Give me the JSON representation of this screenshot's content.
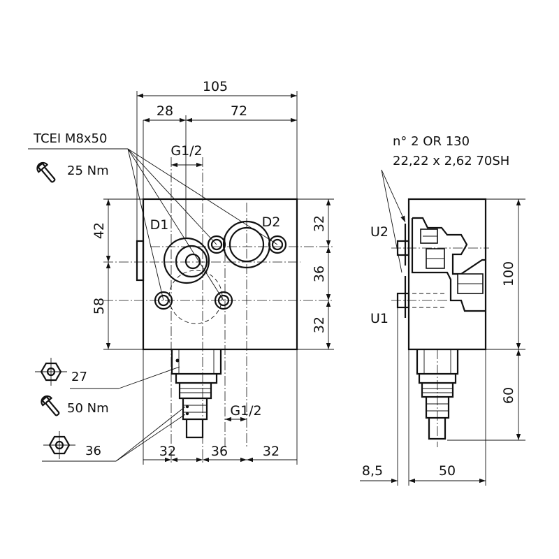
{
  "front_view": {
    "dim_overall_width": "105",
    "dim_top_left": "28",
    "dim_top_right": "72",
    "port_label_top": "G1/2",
    "port_label_bottom": "G1/2",
    "dim_left_upper": "42",
    "dim_left_lower": "58",
    "dim_right_top": "32",
    "dim_right_mid": "36",
    "dim_right_bottom": "32",
    "dim_bottom_left": "32",
    "dim_bottom_mid": "36",
    "dim_bottom_right": "32",
    "label_d1": "D1",
    "label_d2": "D2",
    "screw_spec": "TCEI M8x50",
    "screw_torque": "25 Nm",
    "hex_size_1": "27",
    "valve_torque": "50 Nm",
    "hex_size_2": "36"
  },
  "side_view": {
    "oring_line1": "n° 2 OR 130",
    "oring_line2": "22,22 x 2,62 70SH",
    "label_u1": "U1",
    "label_u2": "U2",
    "dim_height": "100",
    "dim_cartridge": "60",
    "dim_offset": "8,5",
    "dim_width": "50"
  }
}
